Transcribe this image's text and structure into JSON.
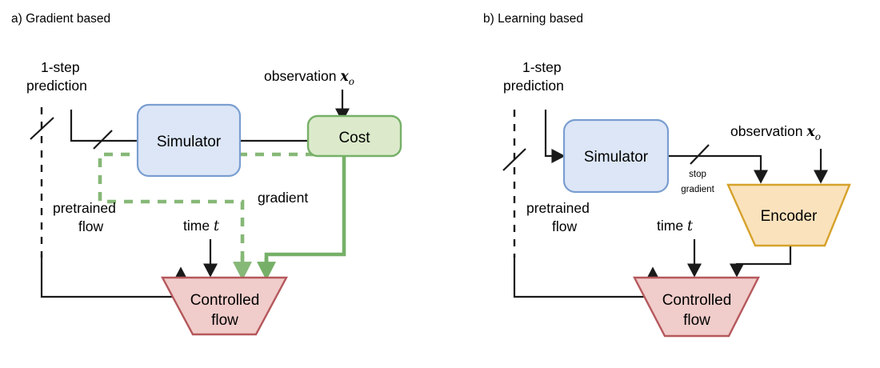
{
  "figure": {
    "panels": [
      {
        "id": "a",
        "title": "a) Gradient based",
        "nodes": {
          "simulator": "Simulator",
          "cost": "Cost",
          "controlled_flow_line1": "Controlled",
          "controlled_flow_line2": "flow"
        },
        "labels": {
          "one_step_line1": "1-step",
          "one_step_line2": "prediction",
          "observation": "observation",
          "observation_var": "x",
          "observation_sub": "o",
          "gradient": "gradient",
          "pretrained_line1": "pretrained",
          "pretrained_line2": "flow",
          "time": "time",
          "time_var": "t"
        }
      },
      {
        "id": "b",
        "title": "b) Learning based",
        "nodes": {
          "simulator": "Simulator",
          "encoder": "Encoder",
          "controlled_flow_line1": "Controlled",
          "controlled_flow_line2": "flow"
        },
        "labels": {
          "one_step_line1": "1-step",
          "one_step_line2": "prediction",
          "observation": "observation",
          "observation_var": "x",
          "observation_sub": "o",
          "stop_line1": "stop",
          "stop_line2": "gradient",
          "pretrained_line1": "pretrained",
          "pretrained_line2": "flow",
          "time": "time",
          "time_var": "t"
        }
      }
    ],
    "colors": {
      "simulator_fill": "#dce6f7",
      "simulator_stroke": "#7a9ed0",
      "cost_fill": "#dceacb",
      "cost_stroke": "#76b068",
      "encoder_fill": "#fae2bd",
      "encoder_stroke": "#d6a22b",
      "flow_fill": "#f0ccca",
      "flow_stroke": "#b5585c",
      "arrow_black": "#1a1a1a",
      "gradient_green": "#76b068"
    }
  }
}
